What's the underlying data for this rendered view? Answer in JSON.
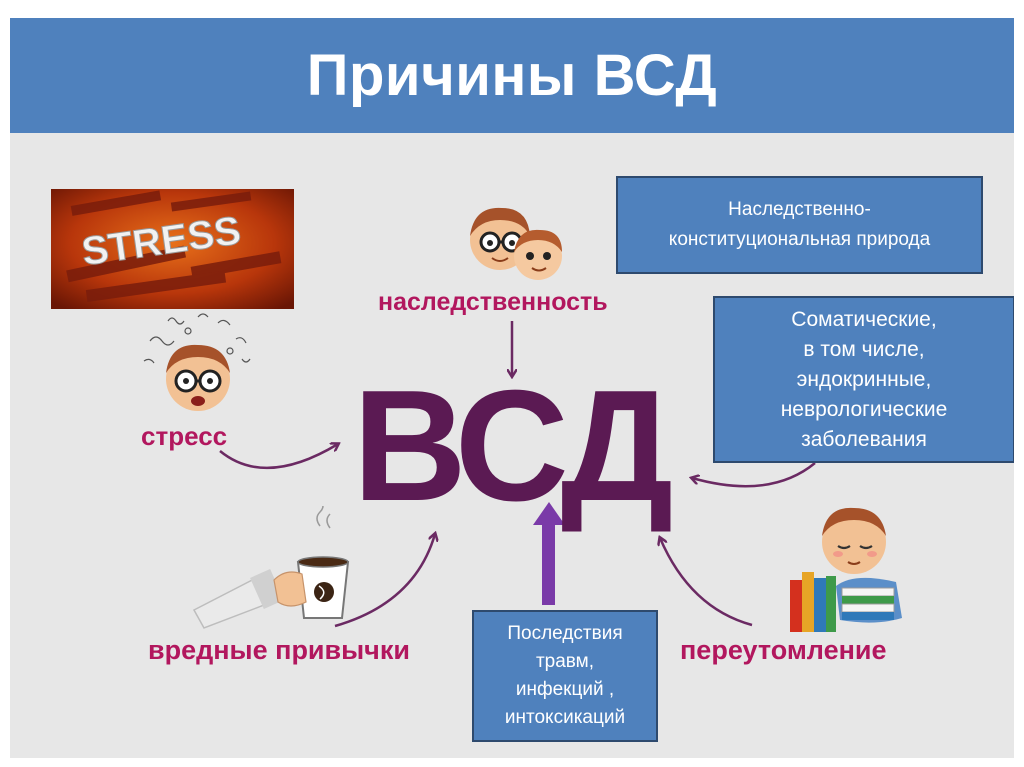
{
  "title": "Причины ВСД",
  "center": "ВСД",
  "causes": {
    "heredity": "наследственность",
    "stress": "стресс",
    "bad_habits": "вредные привычки",
    "fatigue": "переутомление"
  },
  "boxes": {
    "heredity_nature": "Наследственно-\nконституциональная природа",
    "somatic": "Соматические,\nв том числе,\nэндокринные,\nневрологические\nзаболевания",
    "consequences": "Последствия\nтравм,\nинфекций ,\nинтоксикаций"
  },
  "stress_image": {
    "main_word": "STRESS"
  },
  "colors": {
    "title_bar": "#4f81bd",
    "box_fill": "#4f81bd",
    "center_text": "#5b1a53",
    "cause_text": "#b2175e",
    "arrow_dark": "#6b2a63",
    "arrow_purple": "#7a3aa8",
    "background": "#e7e7e7"
  },
  "icons": {
    "boys": "two-boys-with-glasses-icon",
    "stressed_boy": "stressed-boy-icon",
    "coffee": "coffee-cup-hand-icon",
    "tired_boy": "tired-boy-with-books-icon"
  }
}
